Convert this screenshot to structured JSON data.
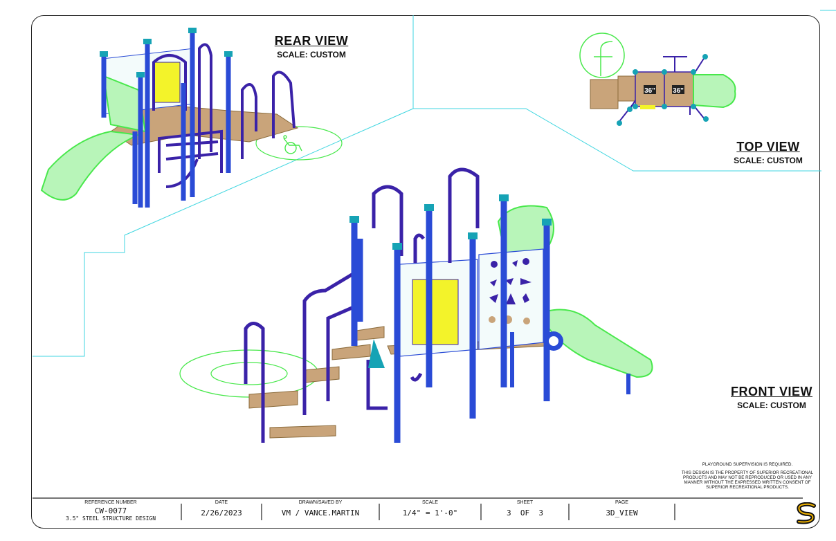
{
  "views": {
    "rear": {
      "title": "REAR VIEW",
      "scale": "SCALE: CUSTOM"
    },
    "top": {
      "title": "TOP VIEW",
      "scale": "SCALE: CUSTOM"
    },
    "front": {
      "title": "FRONT VIEW",
      "scale": "SCALE: CUSTOM"
    }
  },
  "top_view_labels": {
    "deck_1": "36\"",
    "deck_2": "36\""
  },
  "notes": {
    "supervision": "PLAYGROUND SUPERVISION IS REQUIRED.",
    "property": "THIS DESIGN IS THE PROPERTY OF SUPERIOR RECREATIONAL PRODUCTS AND MAY NOT BE REPRODUCED OR USED IN ANY MANNER WITHOUT THE EXPRESSED WRITTEN CONSENT OF SUPERIOR RECREATIONAL PRODUCTS."
  },
  "title_block": {
    "reference": {
      "label": "REFERENCE NUMBER",
      "value": "CW-0077",
      "sub": "3.5\" STEEL STRUCTURE DESIGN"
    },
    "date": {
      "label": "DATE",
      "value": "2/26/2023"
    },
    "drawn": {
      "label": "DRAWN/SAVED BY",
      "value": "VM / VANCE.MARTIN"
    },
    "scale": {
      "label": "SCALE",
      "value": "1/4\" = 1'-0\""
    },
    "sheet": {
      "label": "SHEET",
      "value": "3  OF  3"
    },
    "page": {
      "label": "PAGE",
      "value": "3D_VIEW"
    }
  },
  "colors": {
    "post": "#2a4bd6",
    "rail": "#3a22a8",
    "cap": "#16a3b5",
    "deck": "#c9a47a",
    "slide": "#48e84b",
    "panel": "#f3fbfb",
    "climber": "#f3f32a",
    "guide": "#3fd6e0"
  },
  "icons": {
    "logo": "superior-logo-icon",
    "accessibility": "wheelchair-icon"
  }
}
